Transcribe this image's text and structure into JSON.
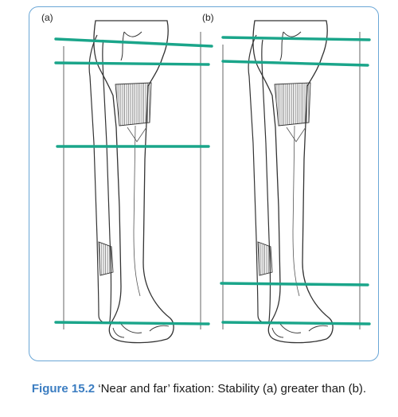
{
  "figure": {
    "panel_labels": [
      "(a)",
      "(b)"
    ],
    "caption_label": "Figure 15.2",
    "caption_text": "‘Near and far’ fixation: Stability (a) greater than (b).",
    "colors": {
      "frame_border": "#6aa6d6",
      "fixator": "#1aa58a",
      "bone_outline": "#333333",
      "caption_label": "#3b7dc1"
    }
  }
}
